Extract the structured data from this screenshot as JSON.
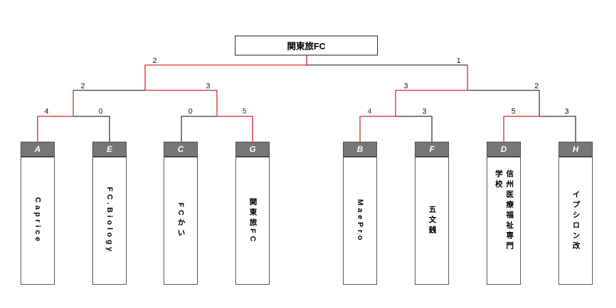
{
  "champion": "関東旅FC",
  "teams": [
    {
      "seed": "A",
      "name": "Caprice"
    },
    {
      "seed": "E",
      "name": "FC.Biology"
    },
    {
      "seed": "C",
      "name": "FCかい"
    },
    {
      "seed": "G",
      "name": "関東旅FC"
    },
    {
      "seed": "B",
      "name": "MaePro"
    },
    {
      "seed": "F",
      "name": "五文銭"
    },
    {
      "seed": "D",
      "name": "信州医療福祉専門学校"
    },
    {
      "seed": "H",
      "name": "イプシロン改"
    }
  ],
  "scores": {
    "r1": [
      "4",
      "0",
      "0",
      "5",
      "4",
      "3",
      "5",
      "3"
    ],
    "r2": [
      "2",
      "3",
      "3",
      "2"
    ],
    "final": [
      "2",
      "1"
    ]
  },
  "colors": {
    "win": "#e02020",
    "lose": "#333333"
  }
}
